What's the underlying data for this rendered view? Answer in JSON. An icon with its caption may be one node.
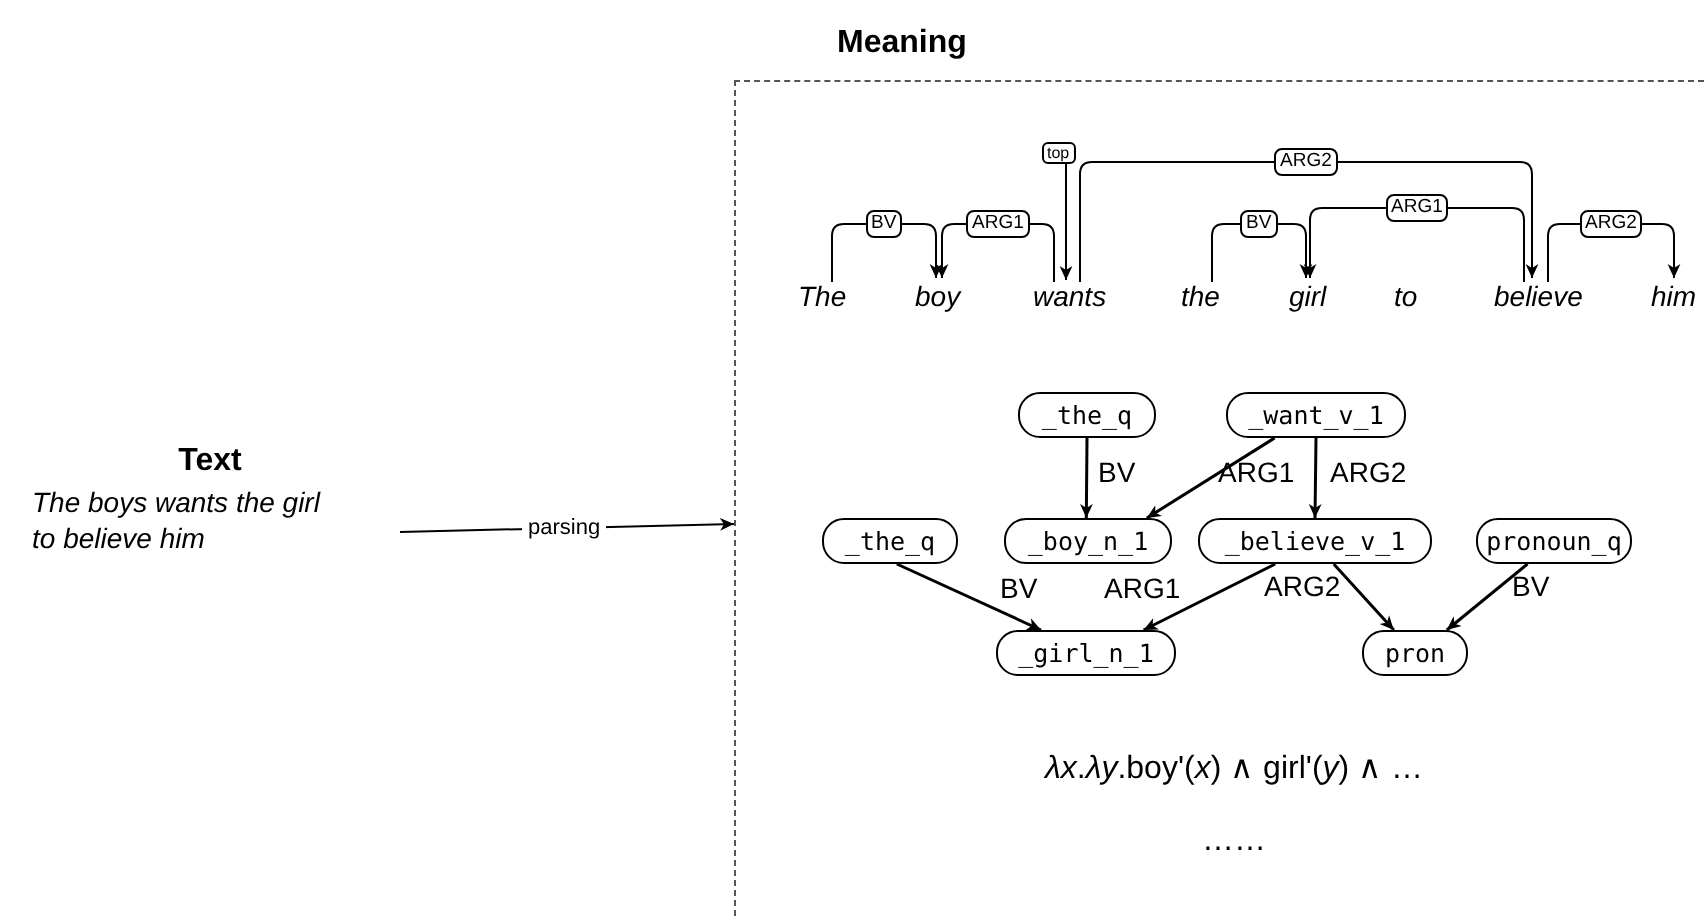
{
  "diagram": {
    "nodes": [
      {
        "text": [
          "Text",
          "The boys wants the girl to believe him"
        ]
      },
      {
        "text": [
          "Meaning"
        ]
      },
      {
        "text": [
          "top"
        ],
        "in": 1
      },
      {
        "text": [
          "The"
        ],
        "in": 1
      },
      {
        "text": [
          "boy"
        ],
        "in": 1
      },
      {
        "text": [
          "wants"
        ],
        "in": 1
      },
      {
        "text": [
          "the"
        ],
        "in": 1
      },
      {
        "text": [
          "girl"
        ],
        "in": 1
      },
      {
        "text": [
          "to"
        ],
        "in": 1
      },
      {
        "text": [
          "believe"
        ],
        "in": 1
      },
      {
        "text": [
          "him"
        ],
        "in": 1
      },
      {
        "text": [
          "_the_q"
        ],
        "in": 1
      },
      {
        "text": [
          "_want_v_1"
        ],
        "in": 1
      },
      {
        "text": [
          "_the_q"
        ],
        "in": 1
      },
      {
        "text": [
          "_boy_n_1"
        ],
        "in": 1
      },
      {
        "text": [
          "_believe_v_1"
        ],
        "in": 1
      },
      {
        "text": [
          "pronoun_q"
        ],
        "in": 1
      },
      {
        "text": [
          "_girl_n_1"
        ],
        "in": 1
      },
      {
        "text": [
          "pron"
        ],
        "in": 1
      }
    ],
    "edges": [
      {
        "from": 0,
        "to": 1,
        "arrow": "to",
        "label": "parsing"
      },
      {
        "from": 2,
        "to": 5,
        "arrow": "to"
      },
      {
        "from": 3,
        "to": 4,
        "arrow": "to",
        "label": "BV"
      },
      {
        "from": 5,
        "to": 4,
        "arrow": "to",
        "label": "ARG1"
      },
      {
        "from": 5,
        "to": 9,
        "arrow": "to",
        "label": "ARG2"
      },
      {
        "from": 6,
        "to": 7,
        "arrow": "to",
        "label": "BV"
      },
      {
        "from": 9,
        "to": 7,
        "arrow": "to",
        "label": "ARG1"
      },
      {
        "from": 9,
        "to": 10,
        "arrow": "to",
        "label": "ARG2"
      },
      {
        "from": 11,
        "to": 14,
        "arrow": "to",
        "label": "BV"
      },
      {
        "from": 12,
        "to": 14,
        "arrow": "to",
        "label": "ARG1"
      },
      {
        "from": 12,
        "to": 15,
        "arrow": "to",
        "label": "ARG2"
      },
      {
        "from": 13,
        "to": 17,
        "arrow": "to",
        "label": "BV"
      },
      {
        "from": 15,
        "to": 17,
        "arrow": "to",
        "label": "ARG1"
      },
      {
        "from": 15,
        "to": 18,
        "arrow": "to",
        "label": "ARG2"
      },
      {
        "from": 16,
        "to": 18,
        "arrow": "to",
        "label": "BV"
      }
    ],
    "labels": [
      "*λx*.*λy*.boy'(*x*) ∧ girl'(*y*) ∧ …",
      "……"
    ]
  }
}
